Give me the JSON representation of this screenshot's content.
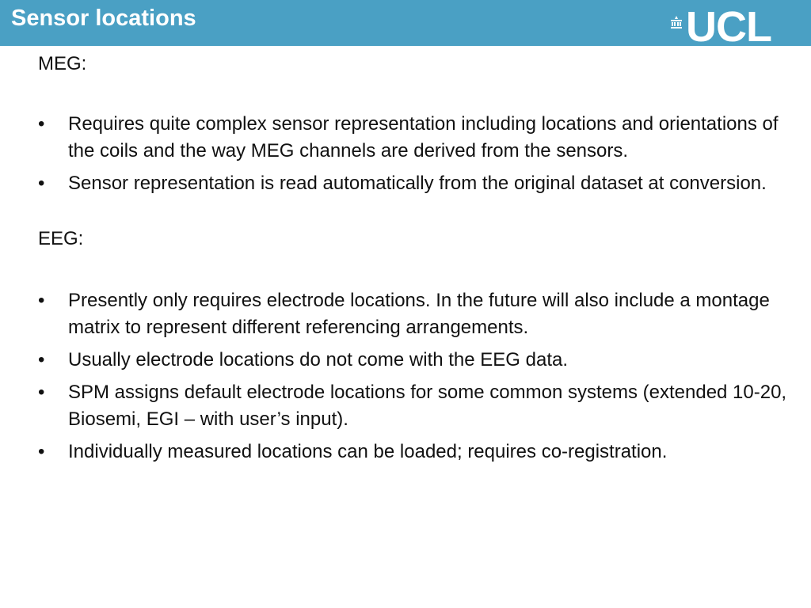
{
  "slide": {
    "title": "Sensor locations",
    "logo_text": "UCL"
  },
  "meg": {
    "heading": "MEG:",
    "bullets": [
      "Requires quite complex sensor representation including locations and orientations of the coils and the way MEG channels are derived from the sensors.",
      "Sensor representation is read automatically from the original dataset at conversion."
    ]
  },
  "eeg": {
    "heading": "EEG:",
    "bullets": [
      "Presently only requires electrode locations. In the future will also include a montage matrix to represent different referencing arrangements.",
      "Usually electrode locations do not come with the EEG data.",
      "SPM assigns default electrode locations for some common systems (extended 10-20, Biosemi, EGI – with user’s input).",
      "Individually measured locations can be loaded; requires co-registration."
    ]
  },
  "bullet_glyph": "•",
  "colors": {
    "title_bar": "#4aa0c4",
    "title_text": "#ffffff",
    "body_text": "#111111"
  }
}
